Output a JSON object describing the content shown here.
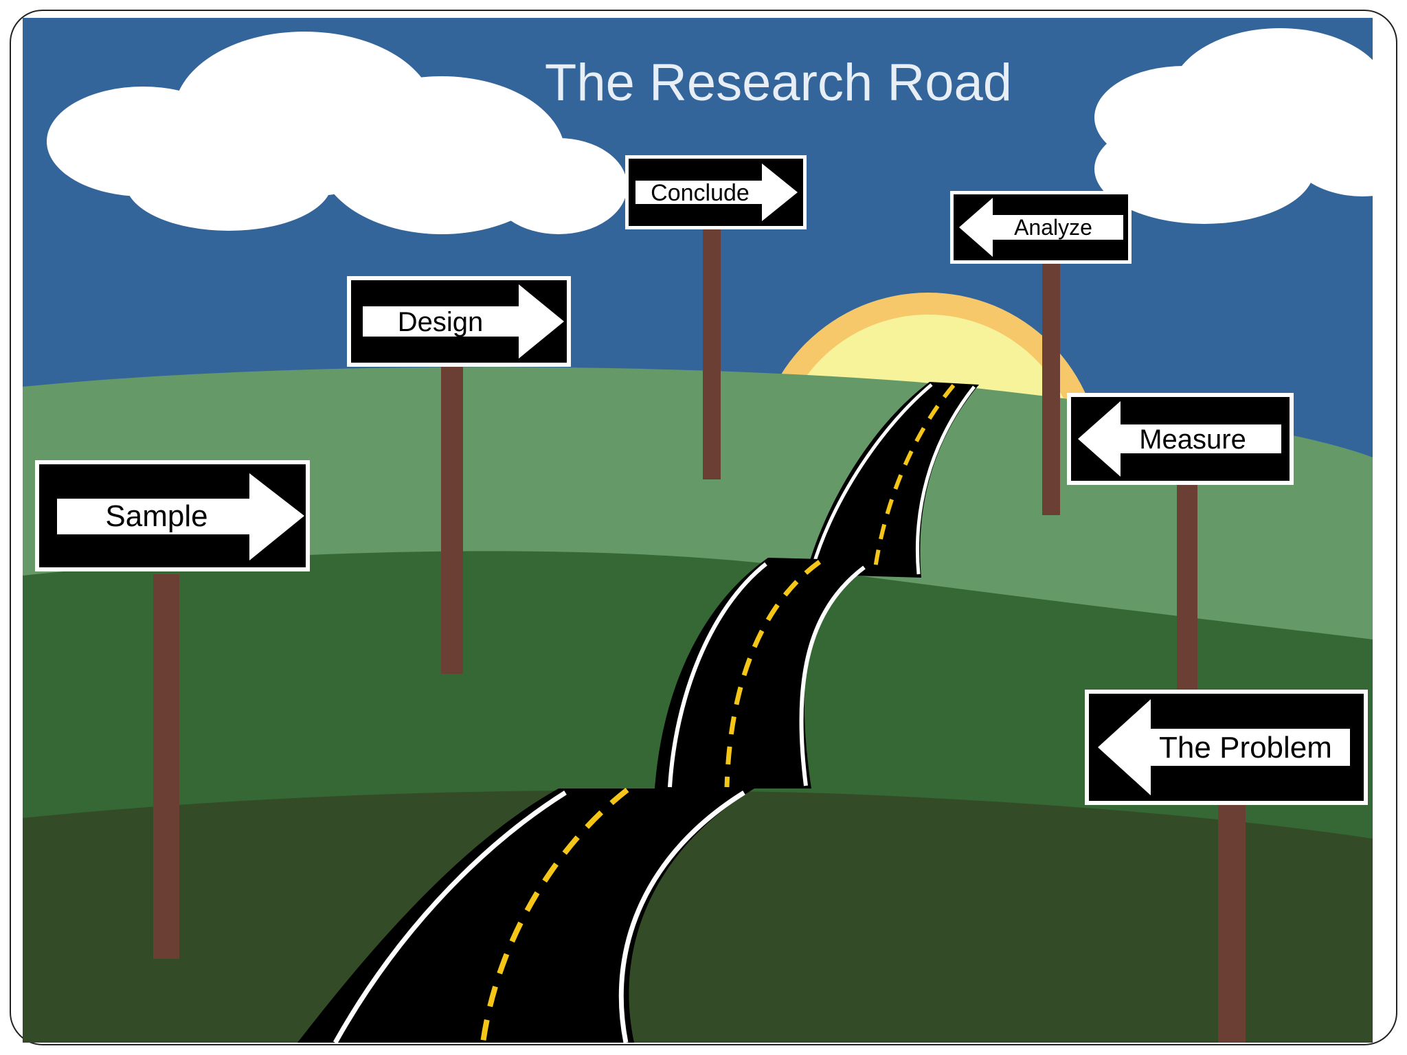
{
  "title": "The Research Road",
  "signs": {
    "sample": "Sample",
    "design": "Design",
    "conclude": "Conclude",
    "analyze": "Analyze",
    "measure": "Measure",
    "problem": "The Problem"
  },
  "colors": {
    "sky": "#33659a",
    "hill_far": "#659a68",
    "hill_mid": "#356835",
    "hill_near": "#344b28",
    "road": "#000000",
    "road_edge": "#ffffff",
    "center_line": "#f5c518",
    "sun_outer": "#f6c86a",
    "sun_inner": "#f6f39a",
    "post": "#6b3f33",
    "cloud": "#ffffff"
  }
}
